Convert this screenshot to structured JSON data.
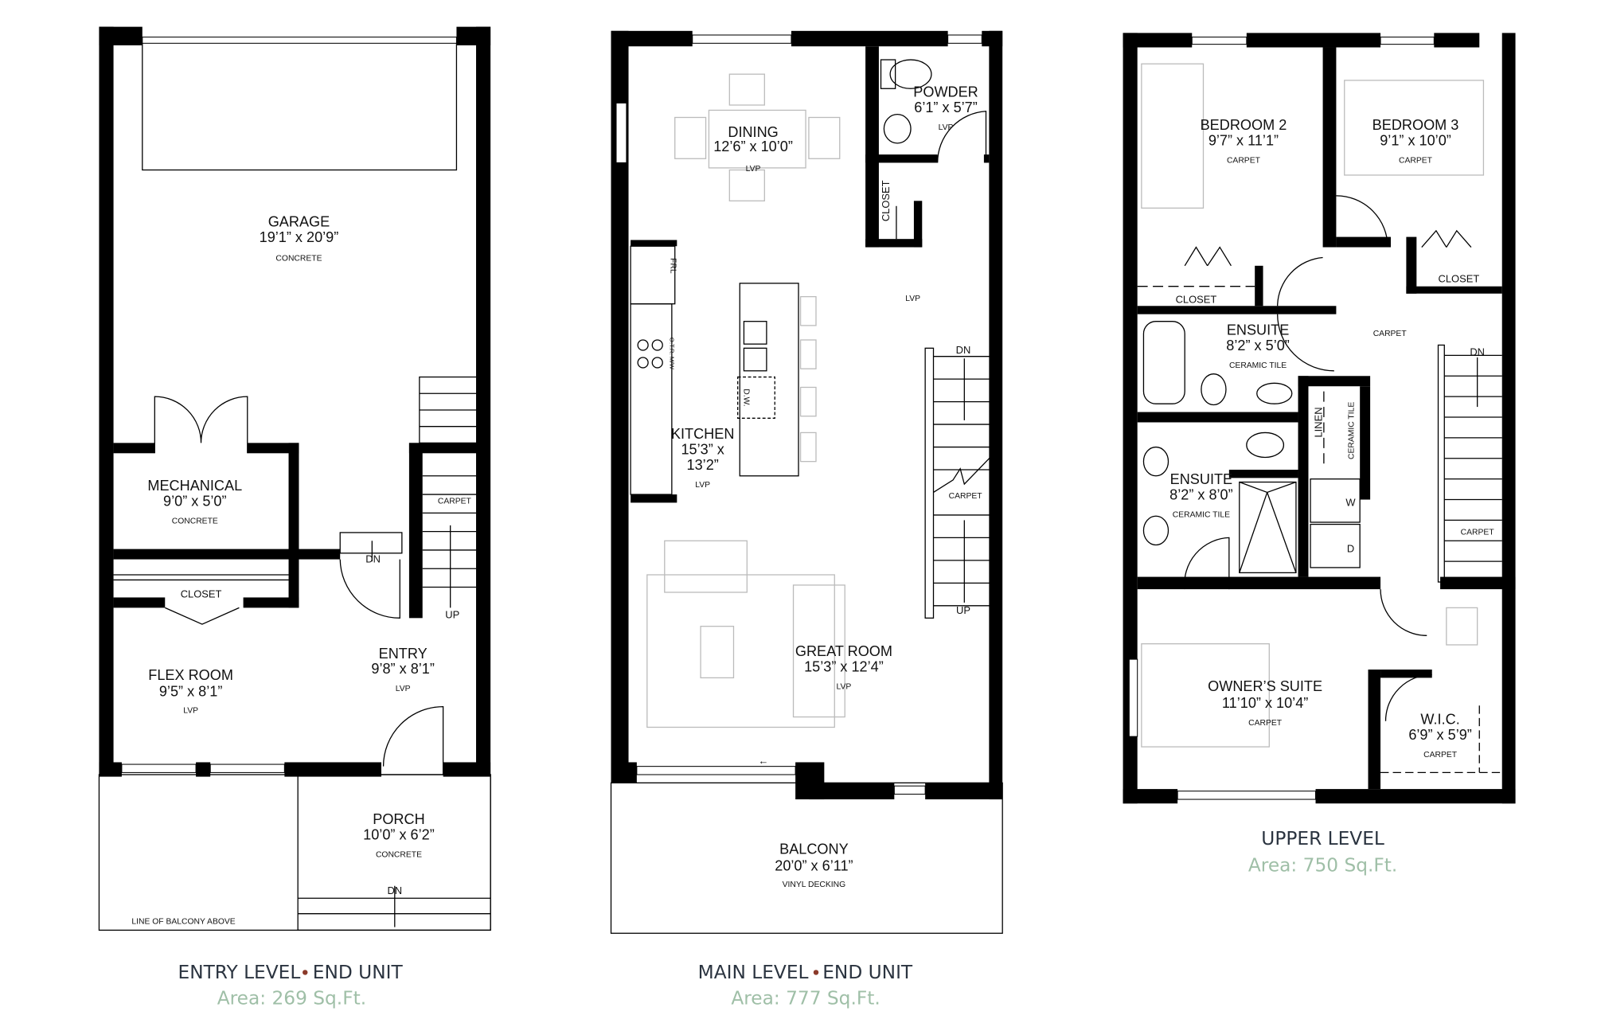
{
  "entry_level": {
    "title": "ENTRY LEVEL",
    "unit": "END UNIT",
    "area": "Area: 269 Sq.Ft.",
    "garage": {
      "name": "GARAGE",
      "dims": "19’1” x 20’9”",
      "floor": "CONCRETE"
    },
    "mechanical": {
      "name": "MECHANICAL",
      "dims": "9’0” x 5’0”",
      "floor": "CONCRETE"
    },
    "closet": "CLOSET",
    "flex_room": {
      "name": "FLEX ROOM",
      "dims": "9’5” x 8’1”",
      "floor": "LVP"
    },
    "entry": {
      "name": "ENTRY",
      "dims": "9’8” x 8’1”",
      "floor": "LVP"
    },
    "porch": {
      "name": "PORCH",
      "dims": "10’0” x 6’2”",
      "floor": "CONCRETE"
    },
    "stair_carpet": "CARPET",
    "stair_dn": "DN",
    "stair_up": "UP",
    "porch_dn": "DN",
    "balcony_note": "LINE OF BALCONY ABOVE"
  },
  "main_level": {
    "title": "MAIN LEVEL",
    "unit": "END UNIT",
    "area": "Area: 777 Sq.Ft.",
    "dining": {
      "name": "DINING",
      "dims": "12’6” x 10’0”",
      "floor": "LVP"
    },
    "powder": {
      "name": "POWDER",
      "dims": "6’1” x 5’7”",
      "floor": "LVP"
    },
    "closet": "CLOSET",
    "hall_floor": "LVP",
    "kitchen": {
      "name": "KITCHEN",
      "dims_1": "15’3” x",
      "dims_2": "13’2”",
      "floor": "LVP"
    },
    "fridge": "FRL",
    "microwave": "O.T.R. M/W",
    "dishwasher": "D.W.",
    "great_room": {
      "name": "GREAT ROOM",
      "dims": "15’3” x 12’4”",
      "floor": "LVP"
    },
    "balcony": {
      "name": "BALCONY",
      "dims": "20’0” x 6’11”",
      "floor": "VINYL DECKING"
    },
    "stair_dn": "DN",
    "stair_carpet": "CARPET",
    "stair_up": "UP"
  },
  "upper_level": {
    "title": "UPPER LEVEL",
    "area": "Area: 750 Sq.Ft.",
    "bedroom2": {
      "name": "BEDROOM 2",
      "dims": "9’7” x 11’1”",
      "floor": "CARPET"
    },
    "bedroom3": {
      "name": "BEDROOM 3",
      "dims": "9’1” x 10’0”",
      "floor": "CARPET"
    },
    "closet_a": "CLOSET",
    "closet_b": "CLOSET",
    "ensuite1": {
      "name": "ENSUITE",
      "dims": "8’2” x 5’0”",
      "floor": "CERAMIC TILE"
    },
    "ensuite2": {
      "name": "ENSUITE",
      "dims": "8’2” x 8’0”",
      "floor": "CERAMIC TILE"
    },
    "linen": "LINEN",
    "laundry_floor": "CERAMIC TILE",
    "washer": "W",
    "dryer": "D",
    "hall_floor": "CARPET",
    "stair_dn": "DN",
    "stair_carpet": "CARPET",
    "owners_suite": {
      "name": "OWNER’S SUITE",
      "dims": "11’10” x 10’4”",
      "floor": "CARPET"
    },
    "wic": {
      "name": "W.I.C.",
      "dims": "6’9” x 5’9”",
      "floor": "CARPET"
    }
  }
}
